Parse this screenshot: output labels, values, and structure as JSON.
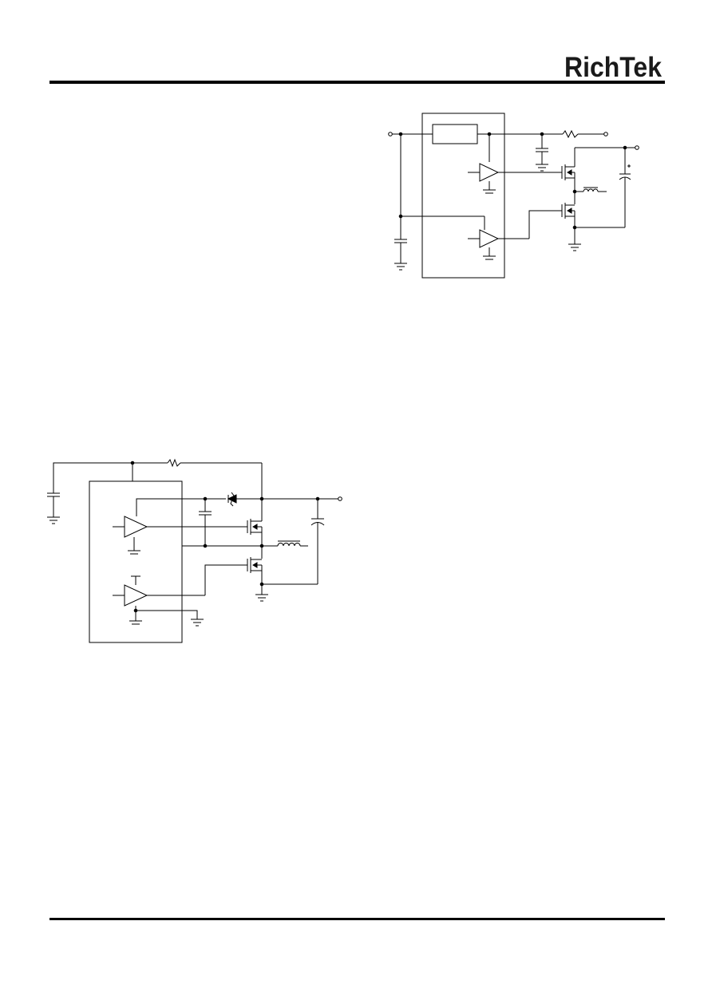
{
  "header": {
    "logo_text": "RichTek"
  },
  "figures": [
    {
      "id": "schematic-top",
      "kind": "circuit-schematic"
    },
    {
      "id": "schematic-bottom",
      "kind": "circuit-schematic"
    }
  ]
}
